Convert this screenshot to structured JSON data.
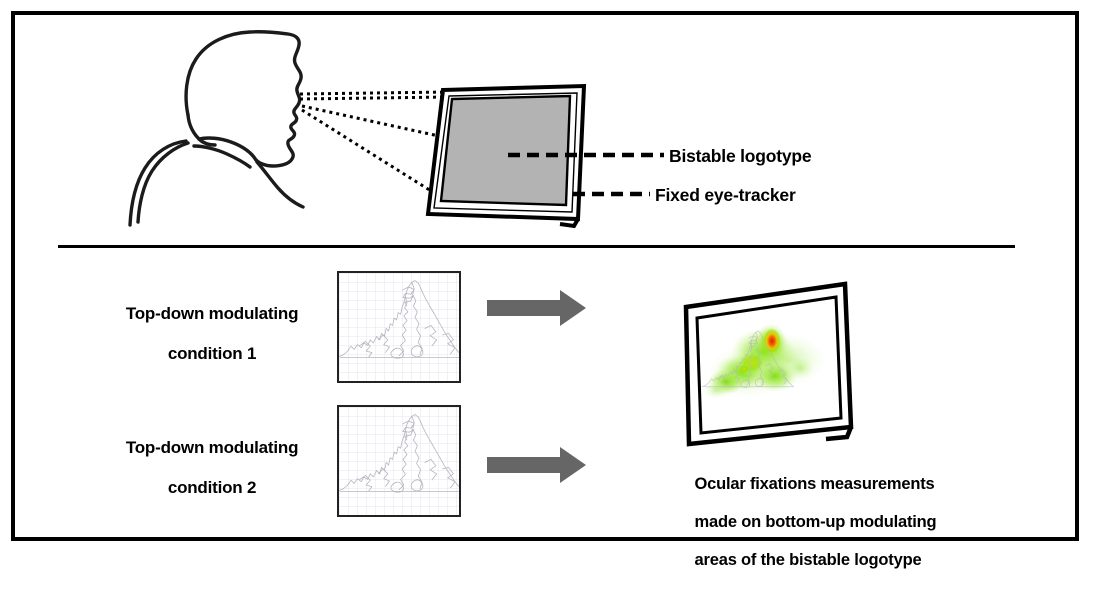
{
  "figure": {
    "title_absent": true,
    "background_color": "#ffffff",
    "border_color": "#000000"
  },
  "top_panel": {
    "observer_icon": "head-profile-icon",
    "gaze_lines_count": 3,
    "monitor": {
      "screen_fill": "#b3b3b3",
      "frame_color": "#000000"
    },
    "callouts": [
      {
        "id": "bistable-logotype",
        "text": "Bistable logotype"
      },
      {
        "id": "fixed-eye-tracker",
        "text": "Fixed eye-tracker"
      }
    ]
  },
  "bottom_panel": {
    "conditions": [
      {
        "id": "condition-1",
        "label_line1": "Top-down modulating",
        "label_line2": "condition 1",
        "stimulus_icon": "matterhorn-outline-icon",
        "arrow_icon": "right-arrow-icon"
      },
      {
        "id": "condition-2",
        "label_line1": "Top-down modulating",
        "label_line2": "condition 2",
        "stimulus_icon": "matterhorn-outline-icon",
        "arrow_icon": "right-arrow-icon"
      }
    ],
    "result": {
      "display_icon": "tilted-monitor-heatmap-icon",
      "heatmap_colors": [
        "#8ce600",
        "#d6e800",
        "#f2a400",
        "#e81c00"
      ],
      "caption_line1": "Ocular fixations measurements",
      "caption_line2": "made on bottom-up modulating",
      "caption_line3": "areas of the bistable logotype"
    }
  },
  "colors": {
    "arrow_gray": "#666666",
    "screen_gray": "#b3b3b3",
    "grid_line": "#d9d9e6",
    "outline_gray": "#b9b9c2",
    "ink": "#000000"
  }
}
